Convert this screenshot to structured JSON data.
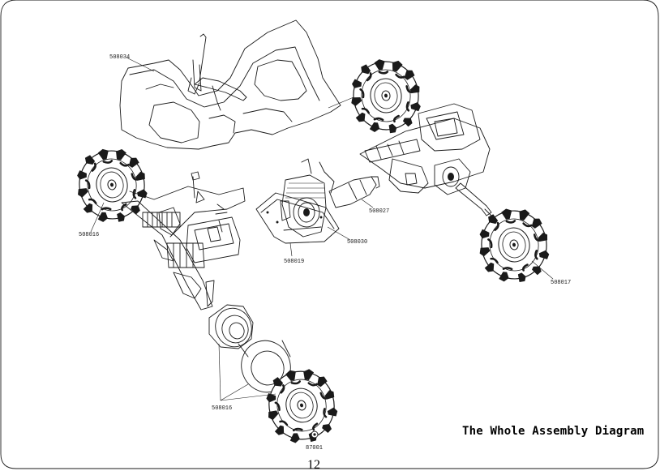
{
  "diagram": {
    "title": "The Whole Assembly Diagram",
    "page_number": "12",
    "parts": {
      "body_shell": "508034",
      "front_chassis": "508016",
      "engine_plate": "508019",
      "engine": "508030",
      "exhaust": "508027",
      "rear_chassis": "508017",
      "wheel_parts": "508016",
      "wheel_nut": "87001"
    }
  }
}
